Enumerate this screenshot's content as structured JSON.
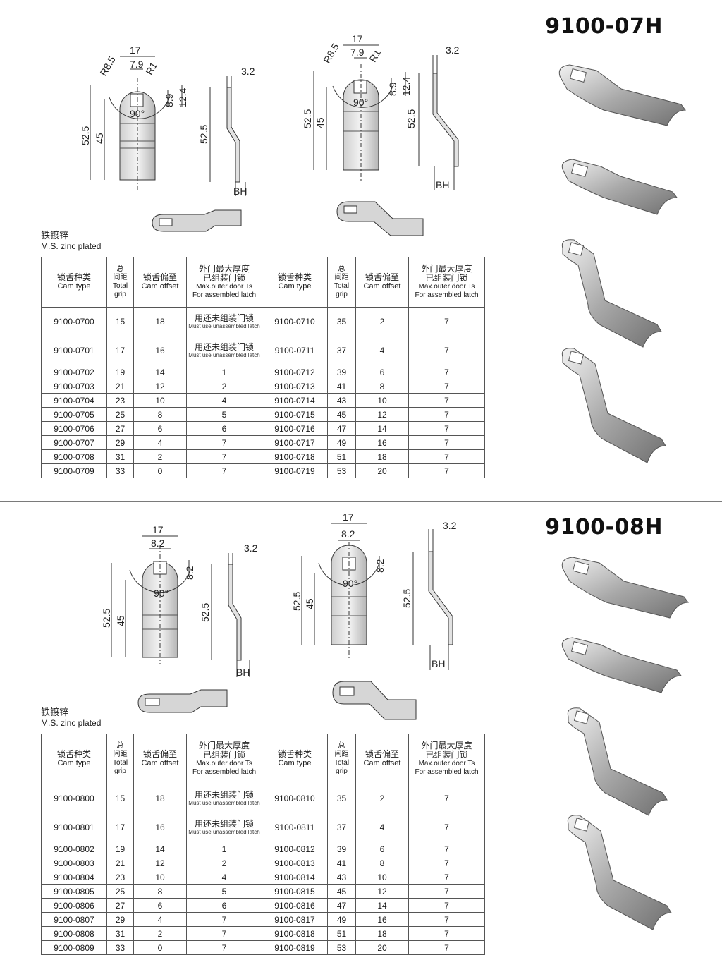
{
  "sections": [
    {
      "model": "9100-07H",
      "material_cn": "铁镀锌",
      "material_en": "M.S. zinc plated",
      "dims": {
        "width": "17",
        "square": "7.9",
        "r_outer": "R8.5",
        "r_inner": "R1",
        "h1": "8.9",
        "h2": "12.4",
        "angle": "90°",
        "total": "52.5",
        "lower": "45",
        "thickness": "3.2",
        "side_height": "52.5",
        "bh": "BH"
      },
      "headers": {
        "cam_type_cn": "锁舌种类",
        "cam_type_en": "Cam type",
        "grip_cn1": "总",
        "grip_cn2": "间距",
        "grip_en1": "Total",
        "grip_en2": "grip",
        "offset_cn": "锁舌偏至",
        "offset_en": "Cam offset",
        "door_cn1": "外门最大厚度",
        "door_cn2": "已组装门锁",
        "door_en1": "Max.outer door Ts",
        "door_en2": "For assembled latch"
      },
      "rows": [
        {
          "type": "9100-0700",
          "grip": "15",
          "offset": "18",
          "door_cn": "用还未组装门锁",
          "door_en": "Must use unassembled latch",
          "type2": "9100-0710",
          "grip2": "35",
          "offset2": "2",
          "door2": "7"
        },
        {
          "type": "9100-0701",
          "grip": "17",
          "offset": "16",
          "door_cn": "用还未组装门锁",
          "door_en": "Must use unassembled latch",
          "type2": "9100-0711",
          "grip2": "37",
          "offset2": "4",
          "door2": "7"
        },
        {
          "type": "9100-0702",
          "grip": "19",
          "offset": "14",
          "door": "1",
          "type2": "9100-0712",
          "grip2": "39",
          "offset2": "6",
          "door2": "7"
        },
        {
          "type": "9100-0703",
          "grip": "21",
          "offset": "12",
          "door": "2",
          "type2": "9100-0713",
          "grip2": "41",
          "offset2": "8",
          "door2": "7"
        },
        {
          "type": "9100-0704",
          "grip": "23",
          "offset": "10",
          "door": "4",
          "type2": "9100-0714",
          "grip2": "43",
          "offset2": "10",
          "door2": "7"
        },
        {
          "type": "9100-0705",
          "grip": "25",
          "offset": "8",
          "door": "5",
          "type2": "9100-0715",
          "grip2": "45",
          "offset2": "12",
          "door2": "7"
        },
        {
          "type": "9100-0706",
          "grip": "27",
          "offset": "6",
          "door": "6",
          "type2": "9100-0716",
          "grip2": "47",
          "offset2": "14",
          "door2": "7"
        },
        {
          "type": "9100-0707",
          "grip": "29",
          "offset": "4",
          "door": "7",
          "type2": "9100-0717",
          "grip2": "49",
          "offset2": "16",
          "door2": "7"
        },
        {
          "type": "9100-0708",
          "grip": "31",
          "offset": "2",
          "door": "7",
          "type2": "9100-0718",
          "grip2": "51",
          "offset2": "18",
          "door2": "7"
        },
        {
          "type": "9100-0709",
          "grip": "33",
          "offset": "0",
          "door": "7",
          "type2": "9100-0719",
          "grip2": "53",
          "offset2": "20",
          "door2": "7"
        }
      ]
    },
    {
      "model": "9100-08H",
      "material_cn": "铁镀锌",
      "material_en": "M.S. zinc plated",
      "dims": {
        "width": "17",
        "square": "8.2",
        "h1": "8.2",
        "angle": "90°",
        "total": "52.5",
        "lower": "45",
        "thickness": "3.2",
        "side_height": "52.5",
        "bh": "BH"
      },
      "headers": {
        "cam_type_cn": "锁舌种类",
        "cam_type_en": "Cam type",
        "grip_cn1": "总",
        "grip_cn2": "间距",
        "grip_en1": "Total",
        "grip_en2": "grip",
        "offset_cn": "锁舌偏至",
        "offset_en": "Cam offset",
        "door_cn1": "外门最大厚度",
        "door_cn2": "已组装门锁",
        "door_en1": "Max.outer door Ts",
        "door_en2": "For assembled latch"
      },
      "rows": [
        {
          "type": "9100-0800",
          "grip": "15",
          "offset": "18",
          "door_cn": "用还未组装门锁",
          "door_en": "Must use unassembled latch",
          "type2": "9100-0810",
          "grip2": "35",
          "offset2": "2",
          "door2": "7"
        },
        {
          "type": "9100-0801",
          "grip": "17",
          "offset": "16",
          "door_cn": "用还未组装门锁",
          "door_en": "Must use unassembled latch",
          "type2": "9100-0811",
          "grip2": "37",
          "offset2": "4",
          "door2": "7"
        },
        {
          "type": "9100-0802",
          "grip": "19",
          "offset": "14",
          "door": "1",
          "type2": "9100-0812",
          "grip2": "39",
          "offset2": "6",
          "door2": "7"
        },
        {
          "type": "9100-0803",
          "grip": "21",
          "offset": "12",
          "door": "2",
          "type2": "9100-0813",
          "grip2": "41",
          "offset2": "8",
          "door2": "7"
        },
        {
          "type": "9100-0804",
          "grip": "23",
          "offset": "10",
          "door": "4",
          "type2": "9100-0814",
          "grip2": "43",
          "offset2": "10",
          "door2": "7"
        },
        {
          "type": "9100-0805",
          "grip": "25",
          "offset": "8",
          "door": "5",
          "type2": "9100-0815",
          "grip2": "45",
          "offset2": "12",
          "door2": "7"
        },
        {
          "type": "9100-0806",
          "grip": "27",
          "offset": "6",
          "door": "6",
          "type2": "9100-0816",
          "grip2": "47",
          "offset2": "14",
          "door2": "7"
        },
        {
          "type": "9100-0807",
          "grip": "29",
          "offset": "4",
          "door": "7",
          "type2": "9100-0817",
          "grip2": "49",
          "offset2": "16",
          "door2": "7"
        },
        {
          "type": "9100-0808",
          "grip": "31",
          "offset": "2",
          "door": "7",
          "type2": "9100-0818",
          "grip2": "51",
          "offset2": "18",
          "door2": "7"
        },
        {
          "type": "9100-0809",
          "grip": "33",
          "offset": "0",
          "door": "7",
          "type2": "9100-0819",
          "grip2": "53",
          "offset2": "20",
          "door2": "7"
        }
      ]
    }
  ]
}
